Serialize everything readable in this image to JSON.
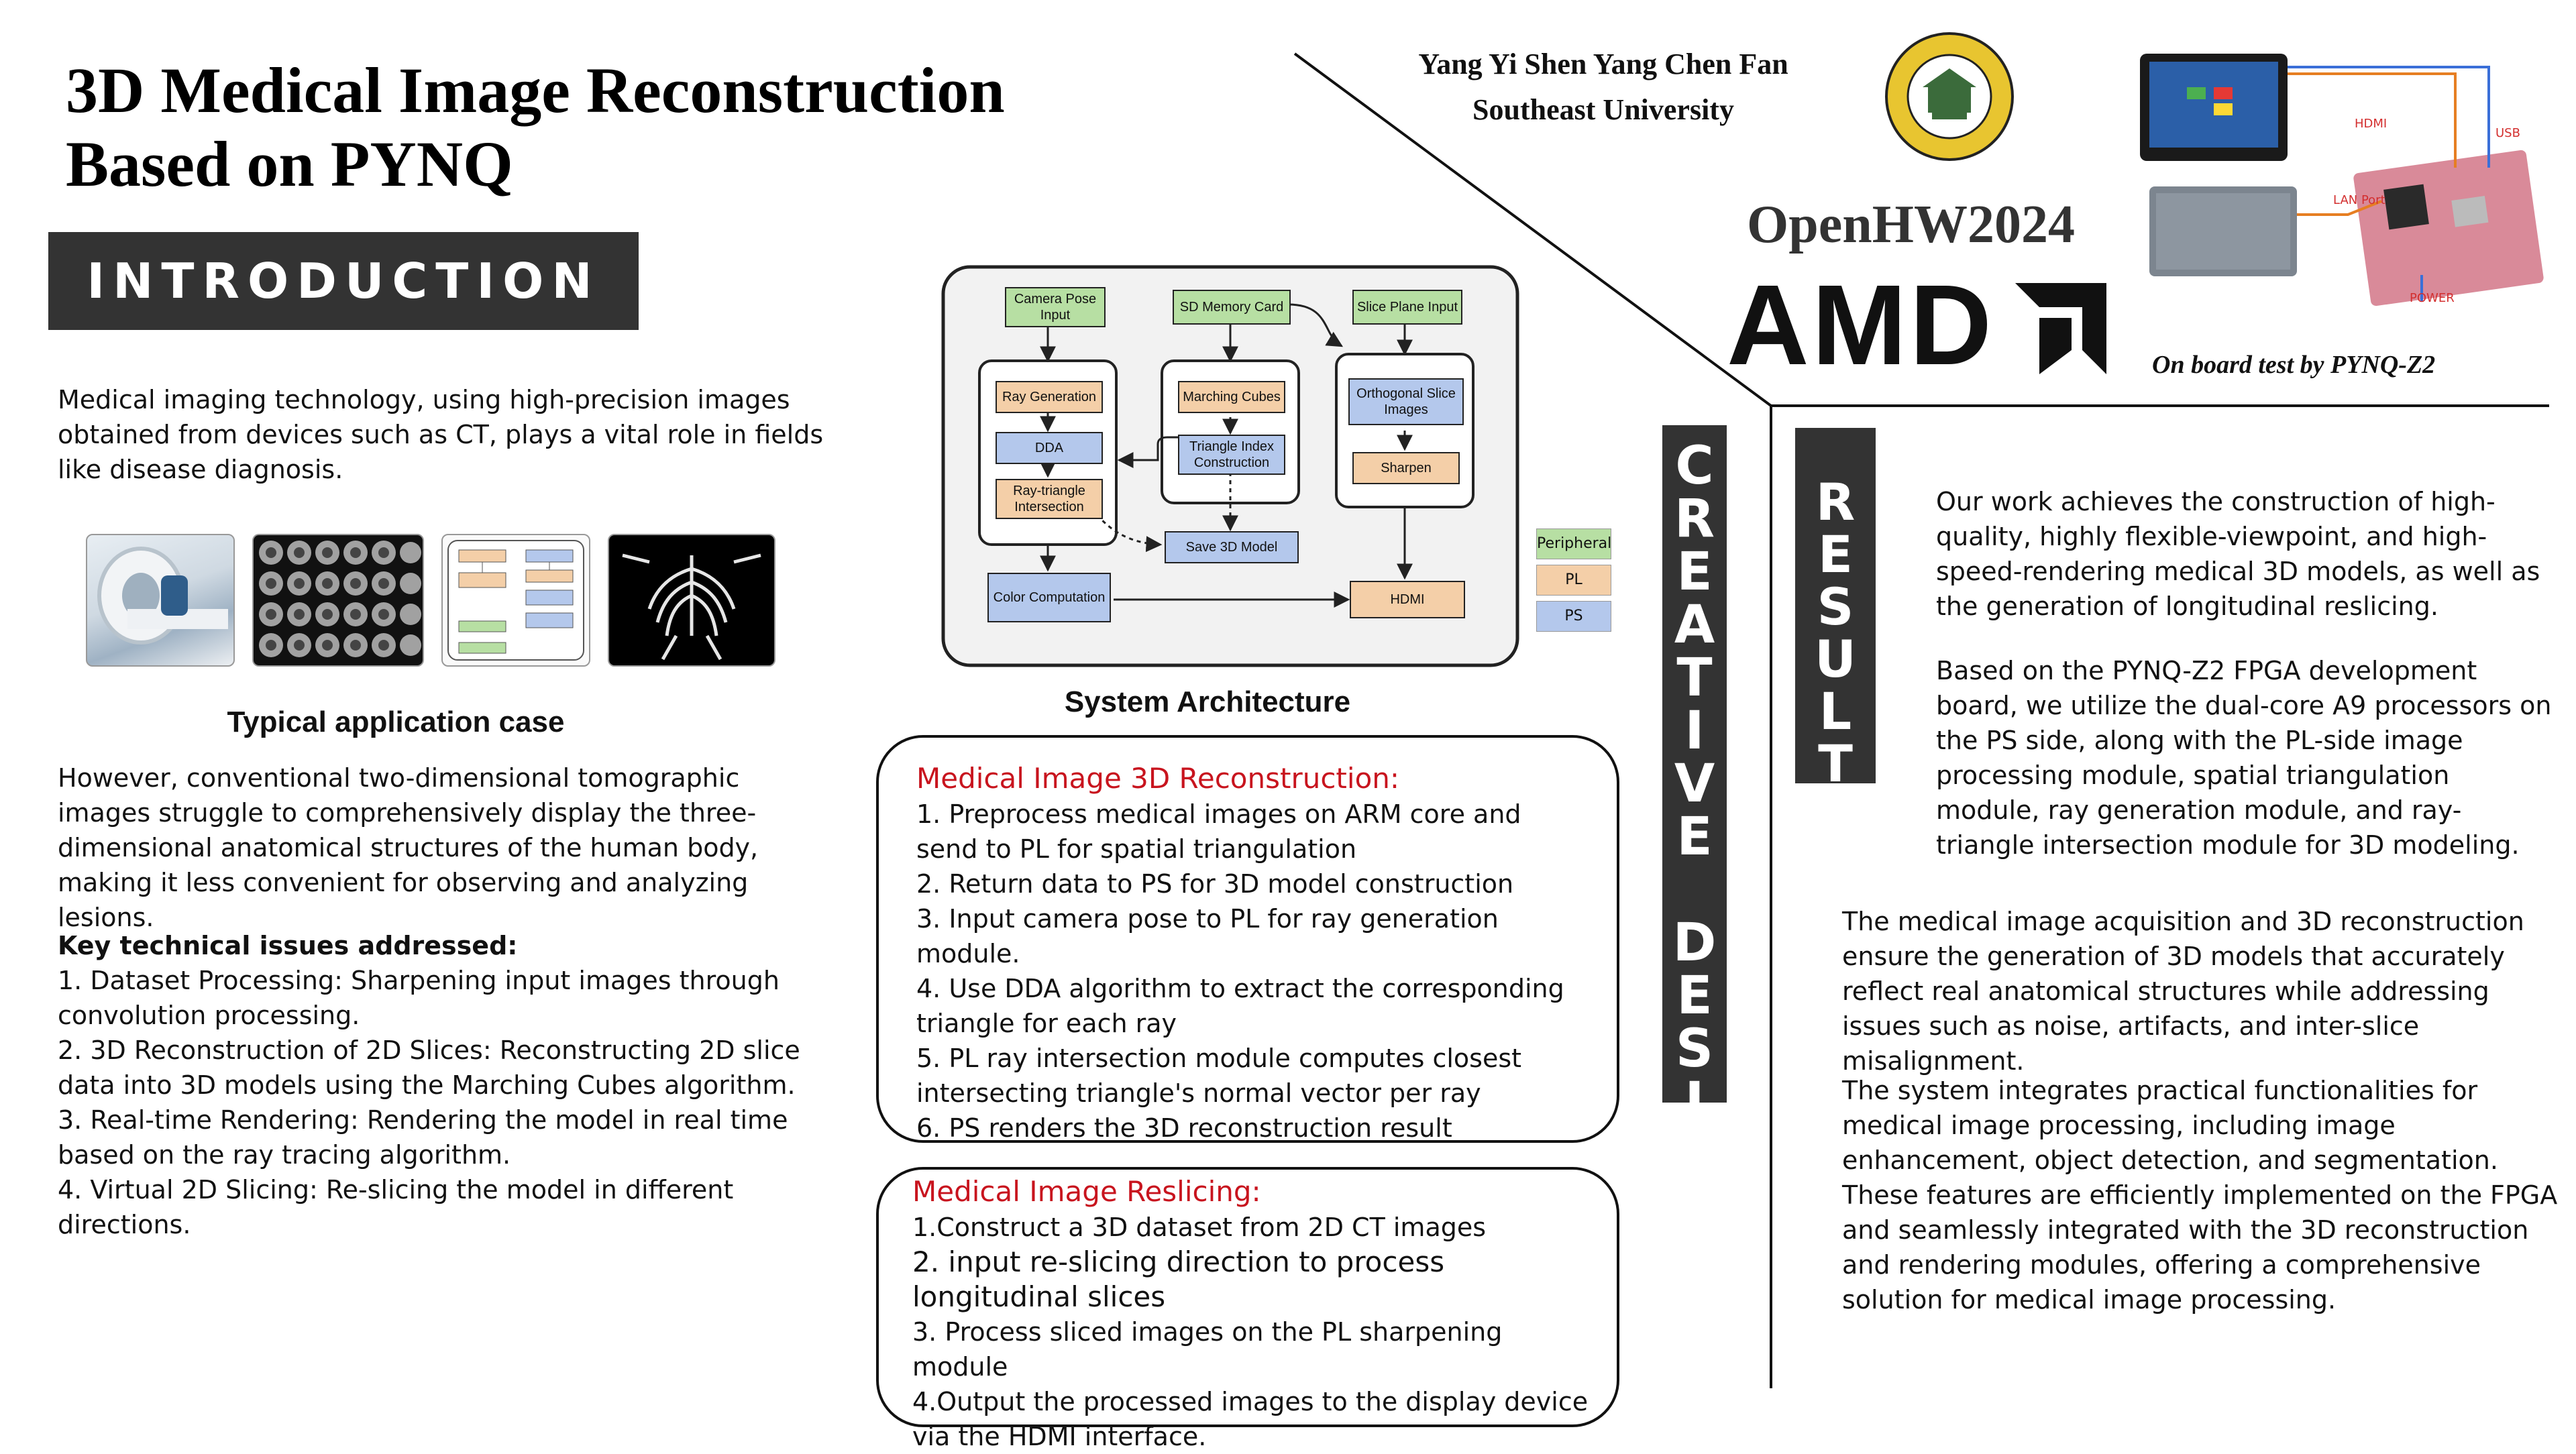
{
  "title": {
    "line1": "3D Medical Image Reconstruction",
    "line2": "Based on PYNQ"
  },
  "authors": {
    "names": "Yang Yi Shen Yang Chen Fan",
    "affiliation": "Southeast University"
  },
  "event": {
    "name": "OpenHW2024",
    "sponsor": "AMD"
  },
  "board_photo": {
    "caption": "On board test by PYNQ-Z2",
    "labels": {
      "hdmi": "HDMI",
      "usb": "USB",
      "lan": "LAN Port",
      "power": "POWER"
    }
  },
  "introduction": {
    "heading": "INTRODUCTION",
    "para1": "Medical imaging technology, using high-precision images obtained from devices such as CT, plays a vital role in fields like disease diagnosis.",
    "app_caption": "Typical application case",
    "para2": "However, conventional two-dimensional tomographic images struggle to comprehensively display the three-dimensional anatomical structures of the human body, making it less convenient for observing and analyzing lesions.",
    "key_heading": "Key technical issues addressed:",
    "key_items": [
      "1. Dataset Processing: Sharpening input images through convolution processing.",
      "2. 3D Reconstruction of 2D Slices: Reconstructing 2D slice data into 3D models using the Marching Cubes algorithm.",
      "3. Real-time Rendering: Rendering the model in real time based on the ray tracing algorithm.",
      "4. Virtual 2D Slicing: Re-slicing the model in different directions."
    ]
  },
  "architecture": {
    "caption": "System Architecture",
    "blocks": {
      "camera_pose": "Camera Pose Input",
      "sd_card": "SD Memory Card",
      "slice_input": "Slice Plane Input",
      "ray_gen": "Ray Generation",
      "dda": "DDA",
      "ray_tri": "Ray-triangle Intersection",
      "marching": "Marching Cubes",
      "tri_index": "Triangle Index Construction",
      "save_model": "Save 3D Model",
      "ortho": "Orthogonal Slice Images",
      "sharpen": "Sharpen",
      "color": "Color Computation",
      "hdmi": "HDMI"
    },
    "legend": [
      "Peripheral",
      "PL",
      "PS"
    ],
    "colors": {
      "peripheral": "#b7dfa3",
      "pl": "#f4cfa8",
      "ps": "#b4c8ec"
    }
  },
  "reconstruction": {
    "heading": "Medical Image 3D Reconstruction:",
    "items": [
      "1. Preprocess medical images on ARM core and send to PL for spatial triangulation",
      "2. Return data to PS for 3D model construction",
      "3. Input camera pose to PL for ray generation module.",
      "4. Use DDA algorithm to extract the corresponding triangle for each ray",
      "5. PL ray intersection module computes closest intersecting triangle's normal vector per ray",
      "6. PS renders the 3D reconstruction result"
    ]
  },
  "reslicing": {
    "heading": "Medical Image Reslicing:",
    "items": [
      "1.Construct a 3D dataset from 2D CT images",
      "2. input re-slicing direction to process longitudinal slices",
      "3. Process sliced images on the PL sharpening module",
      "4.Output the processed images to the display device via the HDMI interface."
    ]
  },
  "creative_design": {
    "word1": "CREATIVE",
    "word2": "DESING"
  },
  "result": {
    "label": "RESULT",
    "para1": "Our work achieves the construction of high-quality, highly flexible-viewpoint, and high-speed-rendering medical 3D models, as well as the generation of longitudinal reslicing.",
    "para2": "Based on the PYNQ-Z2 FPGA development board, we utilize the dual-core A9 processors on the PS side, along with the PL-side image processing module, spatial triangulation module, ray generation module, and ray-triangle intersection module for 3D modeling.",
    "para3": "The medical image acquisition and 3D reconstruction ensure the generation of 3D models that accurately reflect real anatomical structures while addressing issues such as noise, artifacts, and inter-slice misalignment.",
    "para4": "The system integrates practical functionalities for medical image processing, including image enhancement, object detection, and segmentation. These features are efficiently implemented on the FPGA and seamlessly integrated with the 3D reconstruction and rendering modules, offering a comprehensive solution for medical image processing."
  }
}
